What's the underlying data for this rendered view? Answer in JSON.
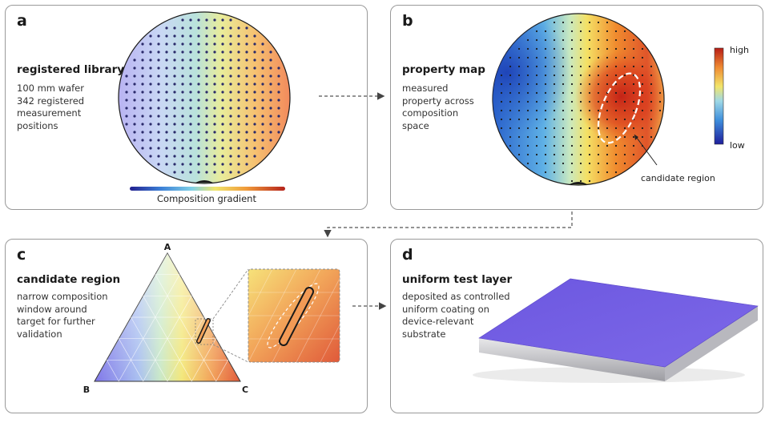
{
  "panel_a": {
    "label": "a",
    "title": "registered library",
    "description": "100 mm wafer\n342 registered\nmeasurement\npositions",
    "gradient_label": "Composition gradient"
  },
  "panel_b": {
    "label": "b",
    "title": "property map",
    "description": "measured\nproperty across\ncomposition\nspace",
    "colorbar_high": "high",
    "colorbar_low": "low",
    "callout": "candidate region"
  },
  "panel_c": {
    "label": "c",
    "title": "candidate region",
    "description": "narrow composition\nwindow around\ntarget for further\nvalidation",
    "vertex_a": "A",
    "vertex_b": "B",
    "vertex_c": "C"
  },
  "panel_d": {
    "label": "d",
    "title": "uniform test layer",
    "description": "deposited as controlled\nuniform coating on\ndevice-relevant\nsubstrate"
  },
  "colors": {
    "low": "#2c2fa8",
    "mid_blue": "#3b8fd9",
    "mid_yellow": "#f4e06a",
    "high": "#c8281f",
    "test_layer": "#7a5fe0"
  }
}
